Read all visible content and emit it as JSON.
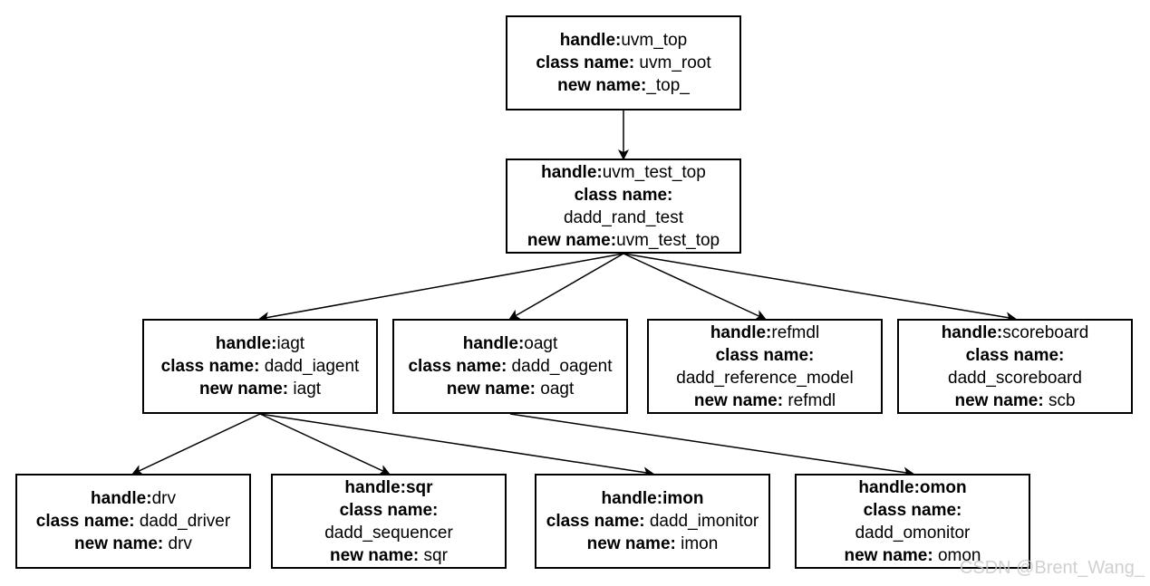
{
  "nodes": {
    "root": {
      "handle_label": "handle:",
      "handle_value": "uvm_top",
      "class_label": "class name:",
      "class_value": " uvm_root",
      "new_label": "new name:",
      "new_value": "_top_"
    },
    "test": {
      "handle_label": "handle:",
      "handle_value": "uvm_test_top",
      "class_label": "class name:",
      "class_value": "dadd_rand_test",
      "new_label": "new name:",
      "new_value": "uvm_test_top"
    },
    "iagt": {
      "handle_label": "handle:",
      "handle_value": "iagt",
      "class_label": "class name:",
      "class_value": " dadd_iagent",
      "new_label": "new name:",
      "new_value": " iagt"
    },
    "oagt": {
      "handle_label": "handle:",
      "handle_value": "oagt",
      "class_label": "class name:",
      "class_value": " dadd_oagent",
      "new_label": "new name:",
      "new_value": " oagt"
    },
    "refmdl": {
      "handle_label": "handle:",
      "handle_value": "refmdl",
      "class_label": "class name:",
      "class_value": "dadd_reference_model",
      "new_label": "new name:",
      "new_value": " refmdl"
    },
    "scb": {
      "handle_label": "handle:",
      "handle_value": "scoreboard",
      "class_label": "class name:",
      "class_value": "dadd_scoreboard",
      "new_label": "new name:",
      "new_value": " scb"
    },
    "drv": {
      "handle_label": "handle:",
      "handle_value": "drv",
      "class_label": "class name:",
      "class_value": " dadd_driver",
      "new_label": "new name:",
      "new_value": " drv"
    },
    "sqr": {
      "handle_label": "handle:",
      "handle_value": "sqr",
      "class_label": "class name:",
      "class_value": "dadd_sequencer",
      "new_label": "new name:",
      "new_value": " sqr"
    },
    "imon": {
      "handle_label": "handle:",
      "handle_value": "imon",
      "class_label": "class name:",
      "class_value": " dadd_imonitor",
      "new_label": "new name:",
      "new_value": " imon"
    },
    "omon": {
      "handle_label": "handle:",
      "handle_value": "omon",
      "class_label": "class name:",
      "class_value": "dadd_omonitor",
      "new_label": "new name:",
      "new_value": " omon"
    }
  },
  "edges": [
    {
      "from": "root",
      "to": "test"
    },
    {
      "from": "test",
      "to": "iagt"
    },
    {
      "from": "test",
      "to": "oagt"
    },
    {
      "from": "test",
      "to": "refmdl"
    },
    {
      "from": "test",
      "to": "scb"
    },
    {
      "from": "iagt",
      "to": "drv"
    },
    {
      "from": "iagt",
      "to": "sqr"
    },
    {
      "from": "iagt",
      "to": "imon"
    },
    {
      "from": "oagt",
      "to": "omon"
    }
  ],
  "watermark": "CSDN @Brent_Wang_"
}
